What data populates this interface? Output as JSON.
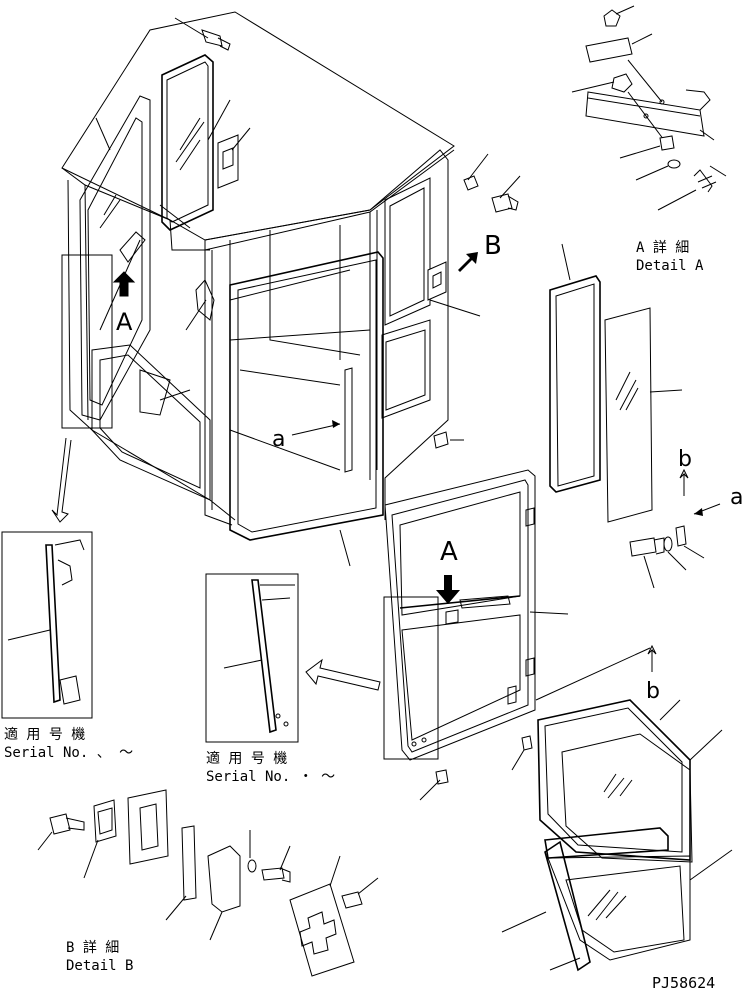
{
  "diagram": {
    "drawing_number": "PJ58624",
    "detail_a": {
      "jp": "A 詳 細",
      "en": "Detail A"
    },
    "detail_b": {
      "jp": "B 詳 細",
      "en": "Detail B"
    },
    "serial_1": {
      "jp": "適 用 号 機",
      "en": "Serial No.  、 ～"
    },
    "serial_2": {
      "jp": "適 用 号 機",
      "en": "Serial No.  ・  ～"
    },
    "view_labels": {
      "A_upper": "A",
      "A_door": "A",
      "B": "B",
      "a_cab": "a",
      "a_right": "a",
      "b_upper": "b",
      "b_lower": "b"
    }
  }
}
